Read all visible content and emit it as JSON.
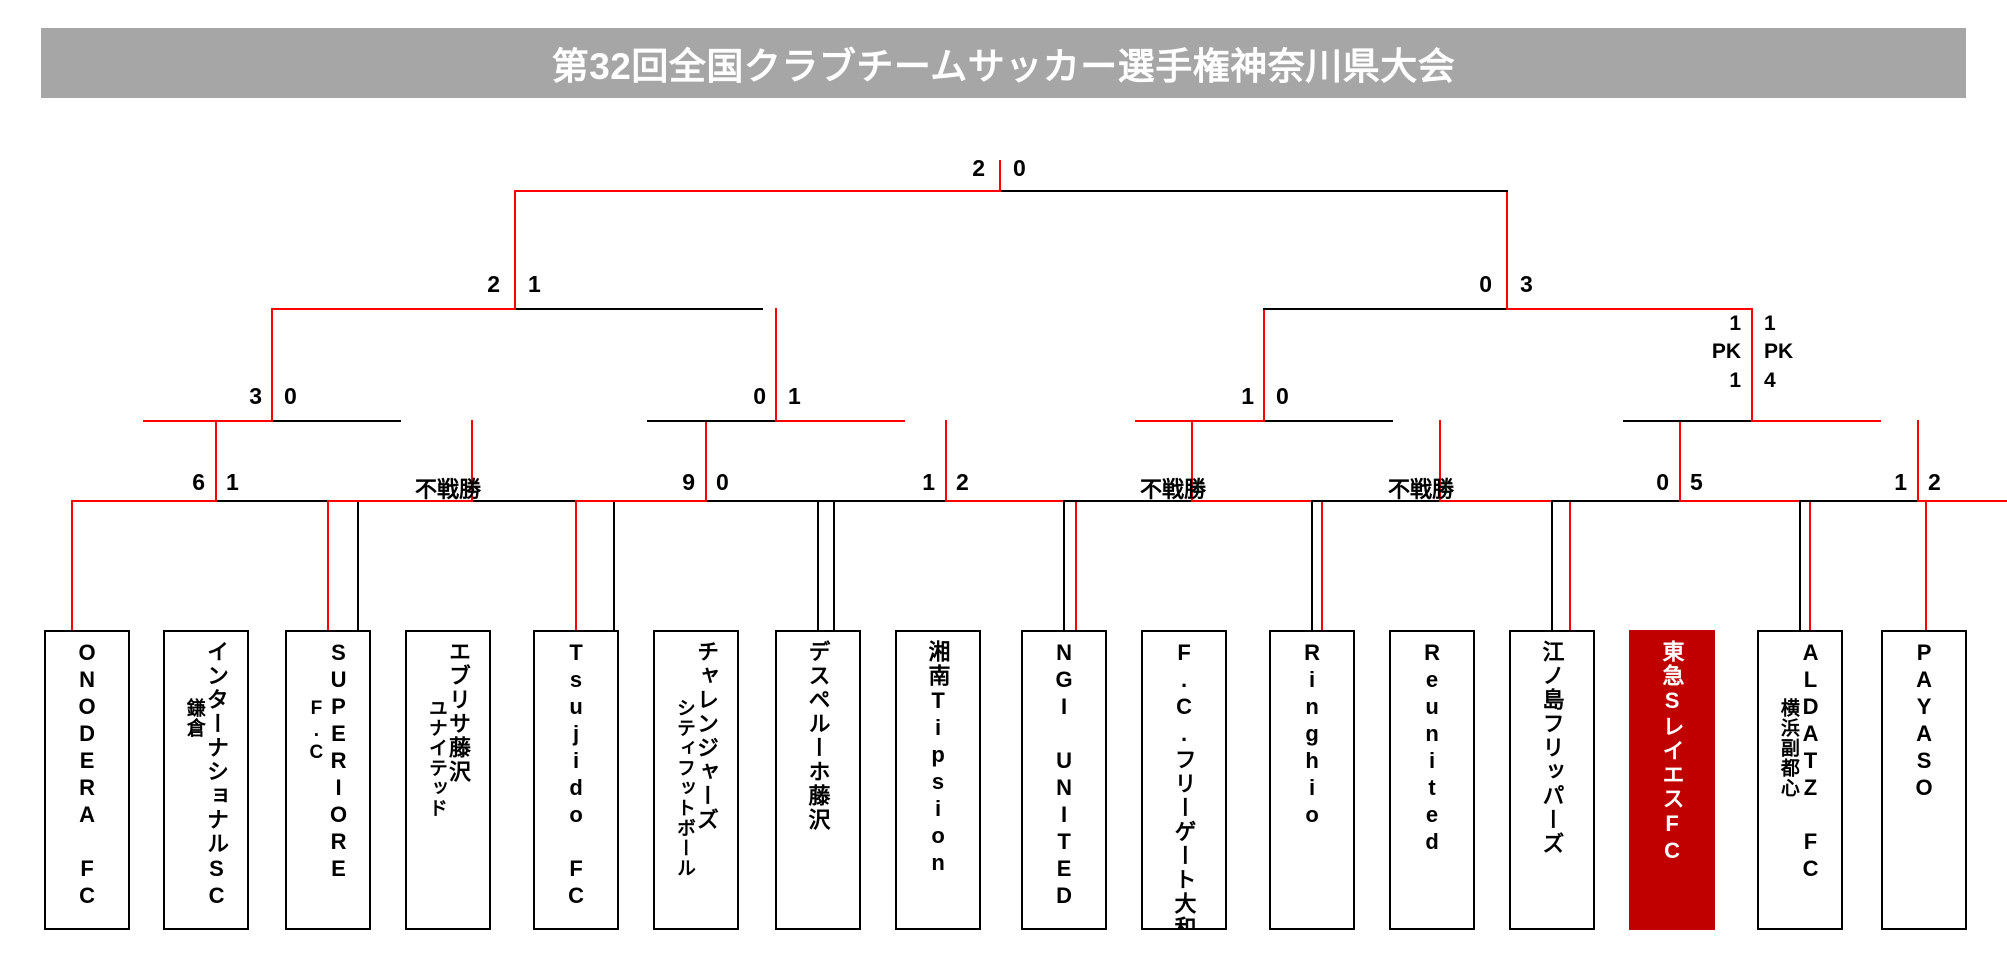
{
  "title": "第32回全国クラブチームサッカー選手権神奈川県大会",
  "colors": {
    "banner": "#a6a6a6",
    "winner_line": "#ff0000",
    "loser_line": "#000000",
    "champion_box": "#c00000",
    "title_text": "#ffffff"
  },
  "labels": {
    "walkover": "不戦勝",
    "penalty_shootout": "PK"
  },
  "teams": [
    {
      "name": "ONODERA FC",
      "sub": "",
      "champion": false
    },
    {
      "name": "インターナショナルSC",
      "sub": "鎌倉",
      "champion": false
    },
    {
      "name": "SUPERIORE",
      "sub": "F.C",
      "champion": false
    },
    {
      "name": "エブリサ藤沢",
      "sub": "ユナイテッド",
      "champion": false
    },
    {
      "name": "Tsujido FC",
      "sub": "",
      "champion": false
    },
    {
      "name": "チャレンジャーズ",
      "sub": "シティフットボール",
      "champion": false
    },
    {
      "name": "デスペルーホ藤沢",
      "sub": "",
      "champion": false
    },
    {
      "name": "湘南Tipsion",
      "sub": "",
      "champion": false
    },
    {
      "name": "NGI UNITED",
      "sub": "",
      "champion": false
    },
    {
      "name": "F.C.フリーゲート大和",
      "sub": "",
      "champion": false
    },
    {
      "name": "Ringhio",
      "sub": "",
      "champion": false
    },
    {
      "name": "Reunited",
      "sub": "",
      "champion": false
    },
    {
      "name": "江ノ島フリッパーズ",
      "sub": "",
      "champion": false
    },
    {
      "name": "東急SレイエスFC",
      "sub": "",
      "champion": true
    },
    {
      "name": "ALDATZ FC",
      "sub": "横浜副都心",
      "champion": false
    },
    {
      "name": "PAYASO",
      "sub": "",
      "champion": false
    }
  ],
  "rounds": {
    "round1": [
      {
        "left_team": "ONODERA FC",
        "right_team": "インターナショナルSC鎌倉",
        "left_score": "6",
        "right_score": "1",
        "winner": "left"
      },
      {
        "left_team": "SUPERIORE F.C",
        "right_team": "エブリサ藤沢ユナイテッド",
        "left_score": "",
        "right_score": "不戦勝",
        "winner": "left"
      },
      {
        "left_team": "Tsujido FC",
        "right_team": "チャレンジャーズシティフットボール",
        "left_score": "9",
        "right_score": "0",
        "winner": "left"
      },
      {
        "left_team": "デスペルーホ藤沢",
        "right_team": "湘南Tipsion",
        "left_score": "1",
        "right_score": "2",
        "winner": "right"
      },
      {
        "left_team": "NGI UNITED",
        "right_team": "F.C.フリーゲート大和",
        "left_score": "",
        "right_score": "不戦勝",
        "winner": "right"
      },
      {
        "left_team": "Ringhio",
        "right_team": "Reunited",
        "left_score": "",
        "right_score": "不戦勝",
        "winner": "right"
      },
      {
        "left_team": "江ノ島フリッパーズ",
        "right_team": "東急SレイエスFC",
        "left_score": "0",
        "right_score": "5",
        "winner": "right"
      },
      {
        "left_team": "ALDATZ FC 横浜副都心",
        "right_team": "PAYASO",
        "left_score": "1",
        "right_score": "2",
        "winner": "right"
      }
    ],
    "round2": [
      {
        "left_score": "3",
        "right_score": "0",
        "winner": "left"
      },
      {
        "left_score": "0",
        "right_score": "1",
        "winner": "right"
      },
      {
        "left_score": "1",
        "right_score": "0",
        "winner": "left"
      },
      {
        "left_score_top": "1",
        "left_score_pk": "PK",
        "left_score_bottom": "1",
        "right_score_top": "1",
        "right_score_pk": "PK",
        "right_score_bottom": "4",
        "winner": "right"
      }
    ],
    "semifinal": [
      {
        "left_score": "2",
        "right_score": "1",
        "winner": "left"
      },
      {
        "left_score": "0",
        "right_score": "3",
        "winner": "right"
      }
    ],
    "final": {
      "left_score": "2",
      "right_score": "0",
      "winner": "left"
    }
  }
}
